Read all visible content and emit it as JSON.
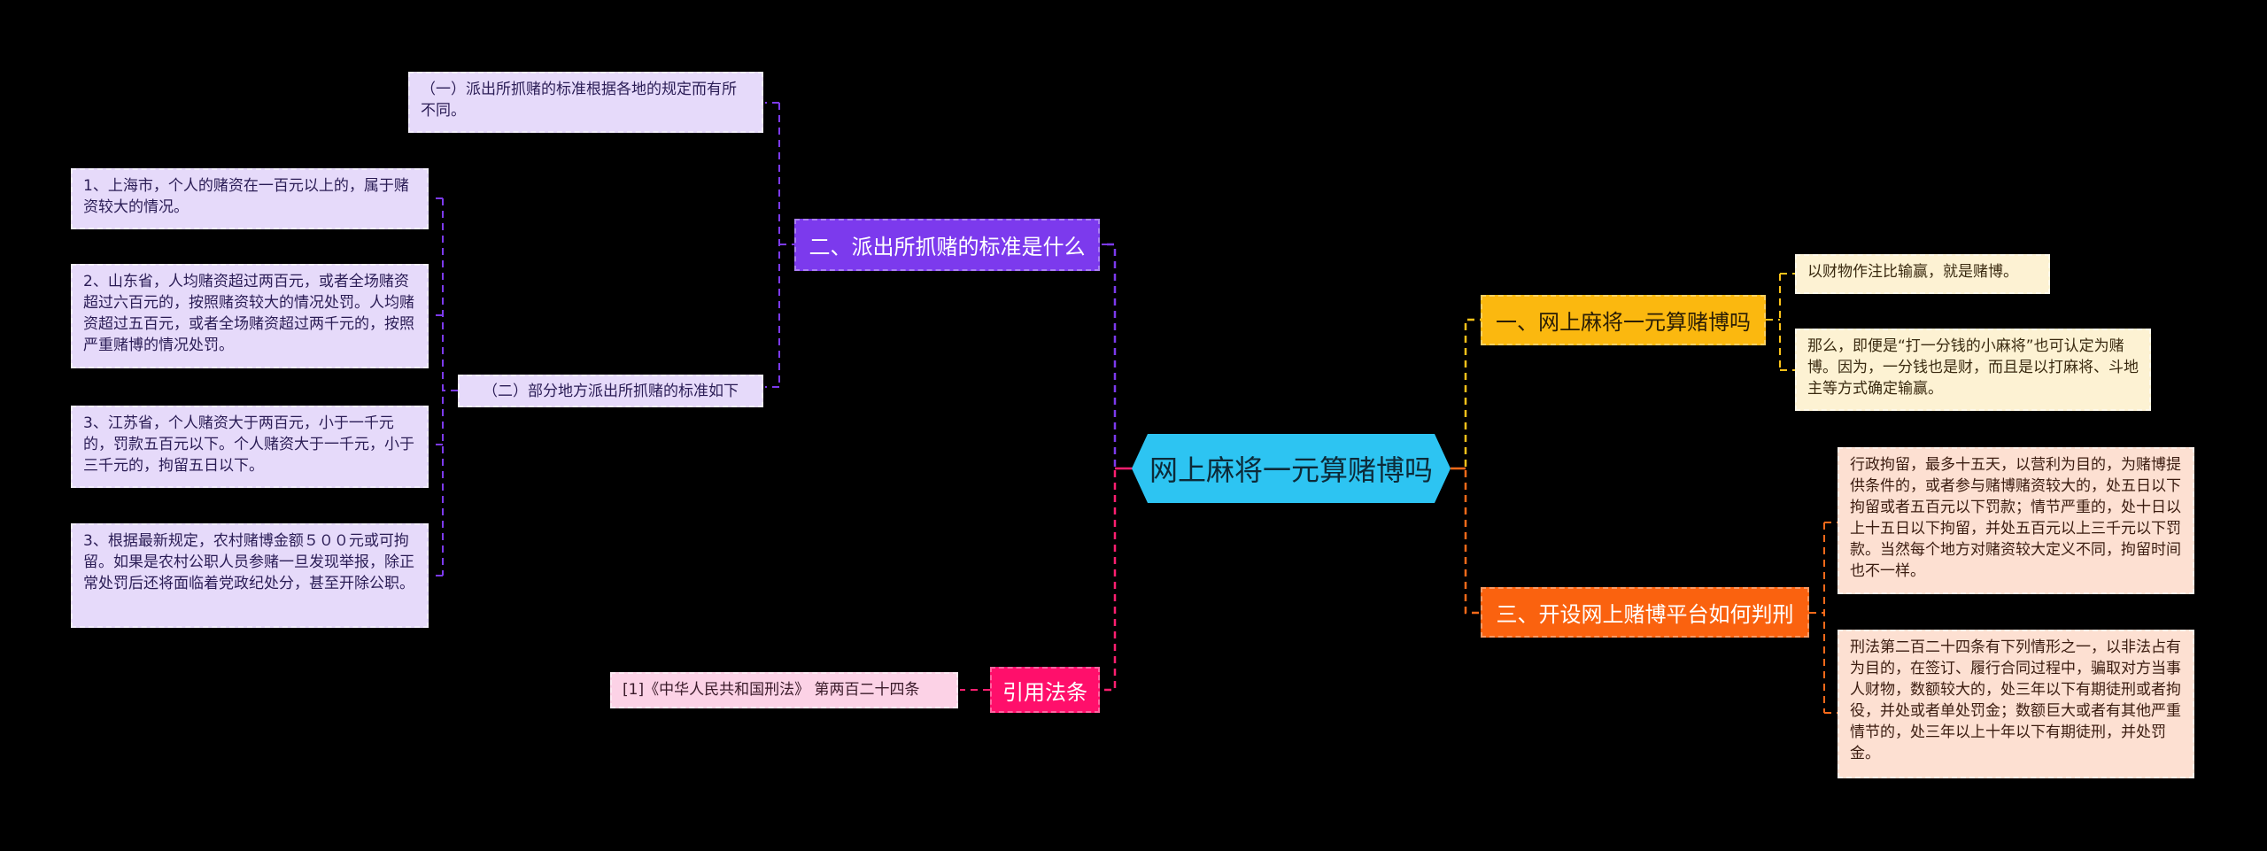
{
  "root": {
    "label": "网上麻将一元算赌博吗",
    "color": "#2dc4f2"
  },
  "branches": {
    "standard": {
      "label": "二、派出所抓赌的标准是什么",
      "color": "#7c3aed",
      "children": {
        "general": "（一）派出所抓赌的标准根据各地的规定而有所不同。",
        "local": {
          "label": "（二）部分地方派出所抓赌的标准如下",
          "items": [
            "1、上海市，个人的赌资在一百元以上的，属于赌资较大的情况。",
            "2、山东省，人均赌资超过两百元，或者全场赌资超过六百元的，按照赌资较大的情况处罚。人均赌资超过五百元，或者全场赌资超过两千元的，按照严重赌博的情况处罚。",
            "3、江苏省，个人赌资大于两百元，小于一千元的，罚款五百元以下。个人赌资大于一千元，小于三千元的，拘留五日以下。",
            "3、根据最新规定，农村赌博金额５００元或可拘留。如果是农村公职人员参赌一旦发现举报，除正常处罚后还将面临着党政纪处分，甚至开除公职。"
          ]
        }
      }
    },
    "citation": {
      "label": "引用法条",
      "color": "#ff0f6b",
      "children": [
        "[1]《中华人民共和国刑法》 第两百二十四条"
      ]
    },
    "is_gambling": {
      "label": "一、网上麻将一元算赌博吗",
      "color": "#fbb80f",
      "children": [
        "以财物作注比输赢，就是赌博。",
        "那么，即便是“打一分钱的小麻将”也可认定为赌博。因为，一分钱也是财，而且是以打麻将、斗地主等方式确定输赢。"
      ]
    },
    "platform": {
      "label": "三、开设网上赌博平台如何判刑",
      "color": "#fa620f",
      "children": [
        "行政拘留，最多十五天，以营利为目的，为赌博提供条件的，或者参与赌博赌资较大的，处五日以下拘留或者五百元以下罚款；情节严重的，处十日以上十五日以下拘留，并处五百元以上三千元以下罚款。当然每个地方对赌资较大定义不同，拘留时间也不一样。",
        "刑法第二百二十四条有下列情形之一，以非法占有为目的，在签订、履行合同过程中，骗取对方当事人财物，数额较大的，处三年以下有期徒刑或者拘役，并处或者单处罚金；数额巨大或者有其他严重情节的，处三年以上十年以下有期徒刑，并处罚金。"
      ]
    }
  },
  "line_colors": {
    "purple": "#7c3aed",
    "pink": "#ff1f70",
    "yellow": "#fbc21a",
    "orange": "#fa6a1a"
  }
}
